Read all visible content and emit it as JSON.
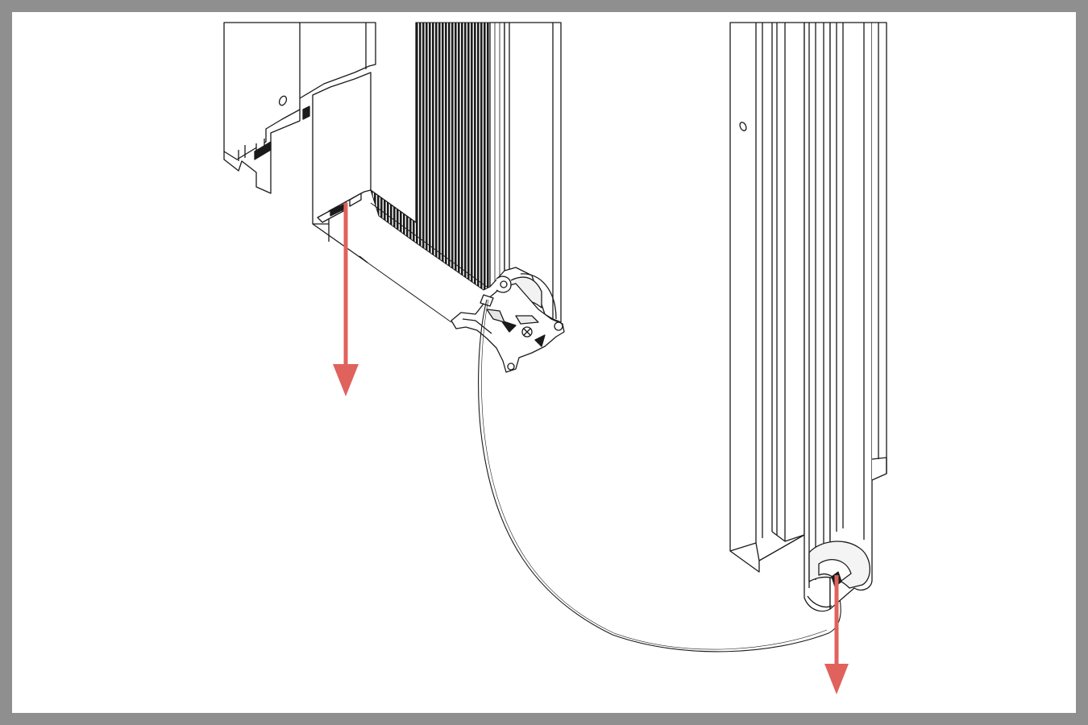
{
  "diagram": {
    "description_visible_text": "",
    "colors": {
      "frame": "#8f8f8f",
      "paper": "#ffffff",
      "line": "#1a1a1a",
      "fabric": "#1c1c1c",
      "arrow": "#e0625c"
    },
    "parts": [
      {
        "name": "left-head-rail-profile",
        "icon": "profile-extrusion"
      },
      {
        "name": "pleated-fabric",
        "icon": "pleat-fill"
      },
      {
        "name": "left-side-channel",
        "icon": "rail"
      },
      {
        "name": "corner-connector",
        "icon": "bracket"
      },
      {
        "name": "right-side-rail",
        "icon": "rail"
      },
      {
        "name": "right-channel-profile",
        "icon": "rail"
      },
      {
        "name": "pull-cord",
        "icon": "cord"
      }
    ],
    "arrows": [
      {
        "name": "left-down-arrow",
        "direction": "down"
      },
      {
        "name": "right-down-arrow",
        "direction": "down"
      }
    ]
  }
}
